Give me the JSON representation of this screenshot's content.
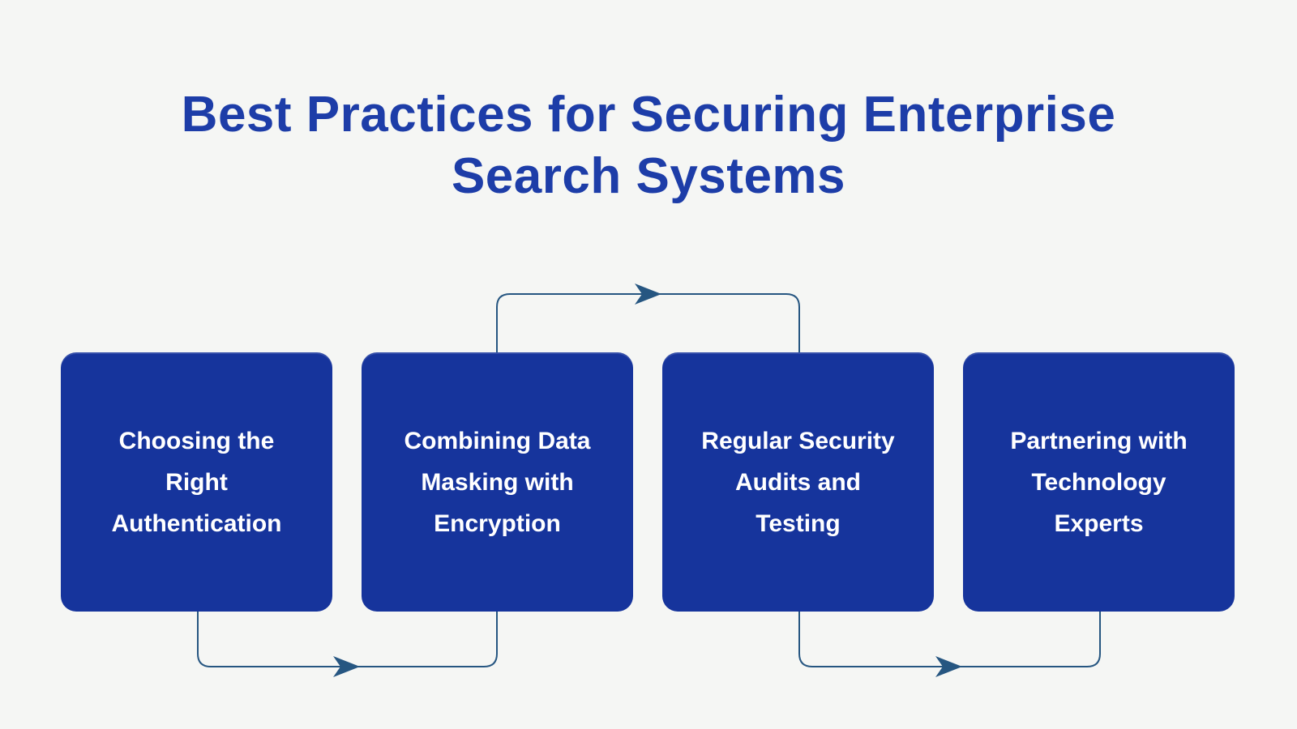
{
  "page": {
    "background_color": "#f5f6f4"
  },
  "header": {
    "title_line1": "Best Practices for Securing Enterprise",
    "title_line2": "Search Systems",
    "title_color": "#1d3da8"
  },
  "diagram": {
    "box_color": "#16349c",
    "box_text_color": "#ffffff",
    "connector_color": "#265681",
    "steps": [
      {
        "label": "Choosing the Right Authentication"
      },
      {
        "label": "Combining Data Masking with Encryption"
      },
      {
        "label": "Regular Security Audits and Testing"
      },
      {
        "label": "Partnering with Technology Experts"
      }
    ],
    "connectors": [
      {
        "from": "Combining Data Masking with Encryption",
        "to": "Regular Security Audits and Testing",
        "route": "over-top",
        "arrow_direction": "right"
      },
      {
        "from": "Choosing the Right Authentication",
        "to": "Combining Data Masking with Encryption",
        "route": "under-bottom",
        "arrow_direction": "right"
      },
      {
        "from": "Regular Security Audits and Testing",
        "to": "Partnering with Technology Experts",
        "route": "under-bottom",
        "arrow_direction": "right"
      }
    ]
  }
}
